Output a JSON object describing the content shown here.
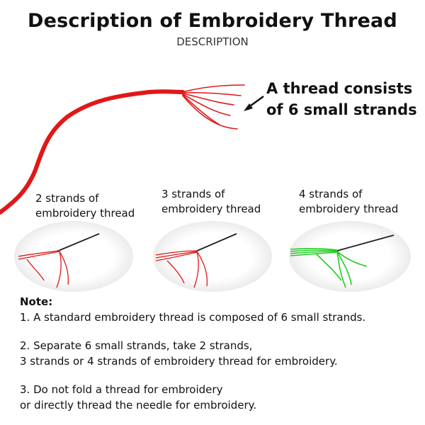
{
  "header": {
    "title": "Description of Embroidery Thread",
    "subtitle": "DESCRIPTION"
  },
  "callout": {
    "line1": "A thread consists",
    "line2": "of 6 small strands"
  },
  "strand_options": [
    {
      "line1": "2 strands of",
      "line2": "embroidery thread",
      "color": "#e01818"
    },
    {
      "line1": "3 strands of",
      "line2": "embroidery thread",
      "color": "#e01818"
    },
    {
      "line1": "4 strands of",
      "line2": "embroidery thread",
      "color": "#22cc22"
    }
  ],
  "notes": {
    "heading": "Note:",
    "item1": "1. A standard embroidery thread is composed of 6 small strands.",
    "item2_line1": "2. Separate 6 small strands, take 2 strands,",
    "item2_line2": "3 strands or 4 strands of embroidery thread for embroidery.",
    "item3_line1": "3. Do not fold a thread for embroidery",
    "item3_line2": "or directly thread the needle for embroidery."
  },
  "colors": {
    "thread_red": "#e01818",
    "thread_green": "#22cc22",
    "needle": "#222222"
  }
}
